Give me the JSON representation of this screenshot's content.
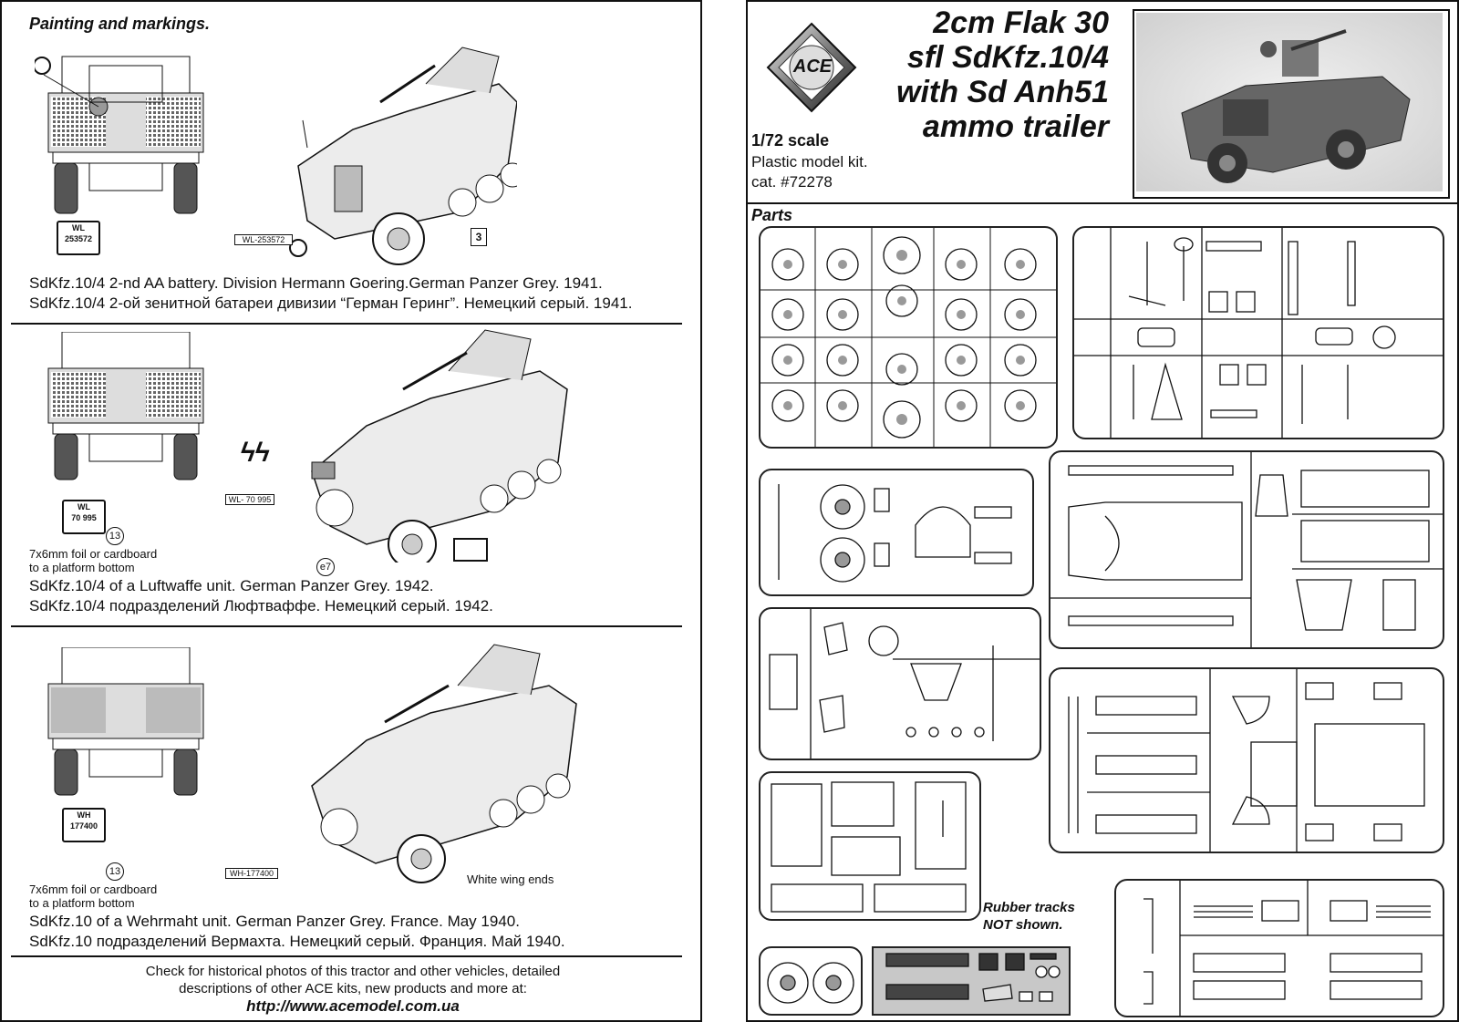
{
  "left": {
    "heading": "Painting and markings.",
    "schemes": [
      {
        "caption_en": "SdKfz.10/4 2-nd AA battery. Division Hermann Goering.German Panzer Grey. 1941.",
        "caption_ru": "SdKfz.10/4 2-ой зенитной батареи дивизии “Герман Геринг”. Немецкий серый. 1941.",
        "plate_prefix": "WL",
        "plate_number": "253572",
        "side_plate": "WL-253572",
        "callout": "3"
      },
      {
        "caption_en": "SdKfz.10/4 of a Luftwaffe unit. German Panzer Grey. 1942.",
        "caption_ru": "SdKfz.10/4  подразделений Люфтваффе. Немецкий серый. 1942.",
        "plate_prefix": "WL",
        "plate_number": "70 995",
        "side_plate": "WL- 70 995",
        "callout": "13",
        "callout_note_1": "7x6mm foil or cardboard",
        "callout_note_2": "to a platform bottom",
        "insignia": "ϟϟ",
        "decal": "e7"
      },
      {
        "caption_en": "SdKfz.10 of a Wehrmaht unit. German Panzer Grey. France. May 1940.",
        "caption_ru": "SdKfz.10  подразделений Вермахта. Немецкий серый. Франция. Май 1940.",
        "plate_prefix": "WH",
        "plate_number": "177400",
        "side_plate": "WH-177400",
        "callout": "13",
        "callout_note_1": "7x6mm foil or cardboard",
        "callout_note_2": "to a platform bottom",
        "wing_note": "White wing ends"
      }
    ],
    "footer_1": "Check for historical photos of this tractor and  other vehicles, detailed",
    "footer_2": "descriptions of other ACE kits, new products and more at:",
    "url": "http://www.acemodel.com.ua"
  },
  "right": {
    "logo_text": "ACE",
    "title_1": "2cm Flak 30",
    "title_2": "sfl SdKfz.10/4",
    "title_3": "with Sd Anh51",
    "title_4": "ammo trailer",
    "scale": "1/72 scale",
    "kit_type": "Plastic model kit.",
    "catalog": "cat. #72278",
    "parts_heading": "Parts",
    "rubber_note_1": "Rubber tracks",
    "rubber_note_2": "NOT shown."
  }
}
